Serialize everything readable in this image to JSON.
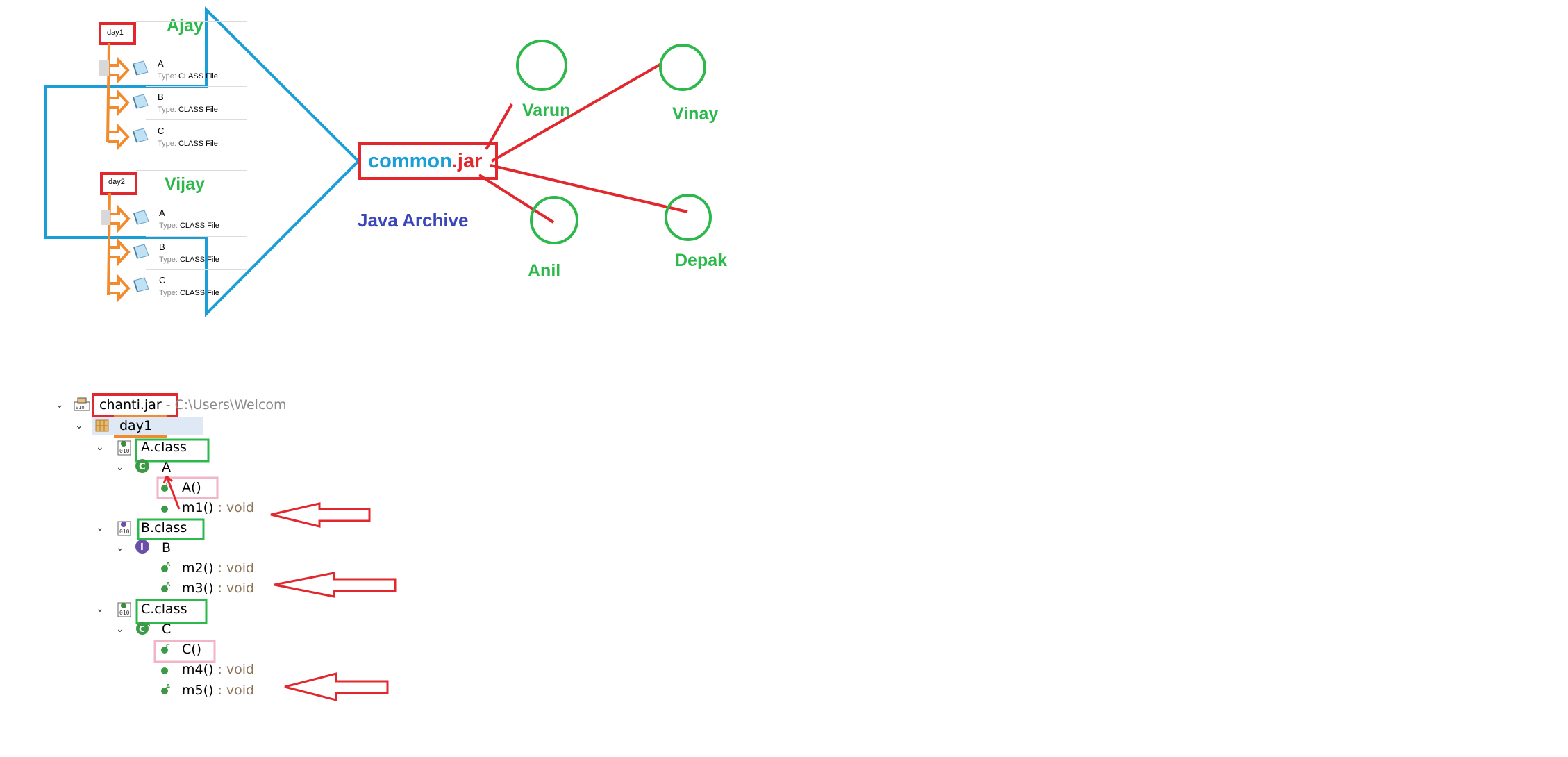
{
  "top_panel": {
    "groups": [
      {
        "package": "day1",
        "person": "Ajay",
        "files": [
          {
            "name": "A",
            "type_key": "Type:",
            "type_val": "CLASS File"
          },
          {
            "name": "B",
            "type_key": "Type:",
            "type_val": "CLASS File"
          },
          {
            "name": "C",
            "type_key": "Type:",
            "type_val": "CLASS File"
          }
        ]
      },
      {
        "package": "day2",
        "person": "Vijay",
        "files": [
          {
            "name": "A",
            "type_key": "Type:",
            "type_val": "CLASS File"
          },
          {
            "name": "B",
            "type_key": "Type:",
            "type_val": "CLASS File"
          },
          {
            "name": "C",
            "type_key": "Type:",
            "type_val": "CLASS File"
          }
        ]
      }
    ]
  },
  "jar": {
    "name_part": "common",
    "ext_part": ".jar",
    "caption": "Java Archive"
  },
  "consumers": [
    "Varun",
    "Vinay",
    "Anil",
    "Depak"
  ],
  "outline": {
    "root": "chanti.jar",
    "root_sep": " - ",
    "root_path": "C:\\Users\\Welcom",
    "package": "day1",
    "class_files": [
      {
        "file": "A.class",
        "type": "A",
        "members": [
          {
            "name": "A()",
            "ret": ""
          },
          {
            "name": "m1()",
            "ret": " : void"
          }
        ]
      },
      {
        "file": "B.class",
        "type": "B",
        "members": [
          {
            "name": "m2()",
            "ret": " : void"
          },
          {
            "name": "m3()",
            "ret": " : void"
          }
        ]
      },
      {
        "file": "C.class",
        "type": "C",
        "members": [
          {
            "name": "C()",
            "ret": ""
          },
          {
            "name": "m4()",
            "ret": " : void"
          },
          {
            "name": "m5()",
            "ret": " : void"
          }
        ]
      }
    ]
  },
  "colors": {
    "red": "#e0282e",
    "green": "#2db84c",
    "blue": "#1a9ed8",
    "orange": "#f28a2e",
    "pink": "#f2b5c8",
    "navy": "#3b47b8"
  }
}
